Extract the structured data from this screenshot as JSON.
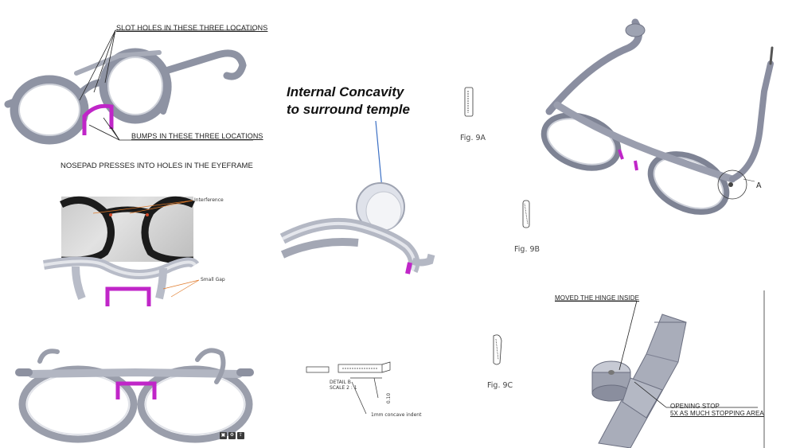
{
  "panel1": {
    "label_top": "SLOT HOLES IN THESE THREE LOCATIONS",
    "label_bottom": "BUMPS IN THESE THREE LOCATIONS",
    "caption": "NOSEPAD PRESSES INTO HOLES IN THE EYEFRAME"
  },
  "panel2": {
    "label_interference": "Interference",
    "label_gap": "Small Gap"
  },
  "panel4": {
    "title_line1": "Internal Concavity",
    "title_line2": "to surround temple"
  },
  "panel5": {
    "detail_label": "DETAIL B",
    "scale_label": "SCALE 2 : 1",
    "dimension": "0.10",
    "indent_label": "1mm concave indent"
  },
  "panel6": {
    "fig_a": "Fig. 9A",
    "fig_b": "Fig. 9B",
    "fig_c": "Fig. 9C"
  },
  "panel7": {
    "detail_letter": "A"
  },
  "panel8": {
    "label_hinge": "MOVED THE HINGE INSIDE",
    "label_stop_1": "OPENING STOP",
    "label_stop_2": "5X AS MUCH STOPPING AREA"
  },
  "colors": {
    "frame": "#8e93a3",
    "frame_light": "#c3c7d2",
    "nosepad": "#c026c8",
    "line": "#222222",
    "arrow_blue": "#3a6fc4"
  }
}
